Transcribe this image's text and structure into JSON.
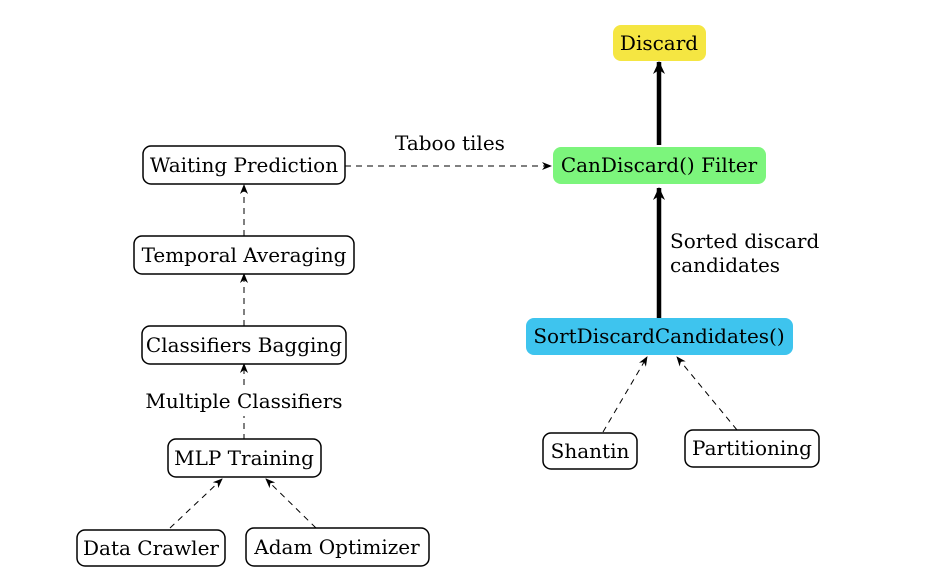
{
  "nodes": {
    "waiting_prediction": {
      "label": "Waiting Prediction"
    },
    "temporal_averaging": {
      "label": "Temporal Averaging"
    },
    "classifiers_bagging": {
      "label": "Classifiers Bagging"
    },
    "mlp_training": {
      "label": "MLP Training"
    },
    "data_crawler": {
      "label": "Data Crawler"
    },
    "adam_optimizer": {
      "label": "Adam Optimizer"
    },
    "discard": {
      "label": "Discard",
      "fill": "#F5E642"
    },
    "candiscard_filter": {
      "label": "CanDiscard() Filter",
      "fill": "#7CF57C"
    },
    "sort_discard_candidates": {
      "label": "SortDiscardCandidates()",
      "fill": "#3EC4EE"
    },
    "shantin": {
      "label": "Shantin"
    },
    "partitioning": {
      "label": "Partitioning"
    }
  },
  "edge_labels": {
    "taboo_tiles": "Taboo tiles",
    "multiple_classifiers": "Multiple Classifiers",
    "sorted_discard_line1": "Sorted discard",
    "sorted_discard_line2": "candidates"
  }
}
